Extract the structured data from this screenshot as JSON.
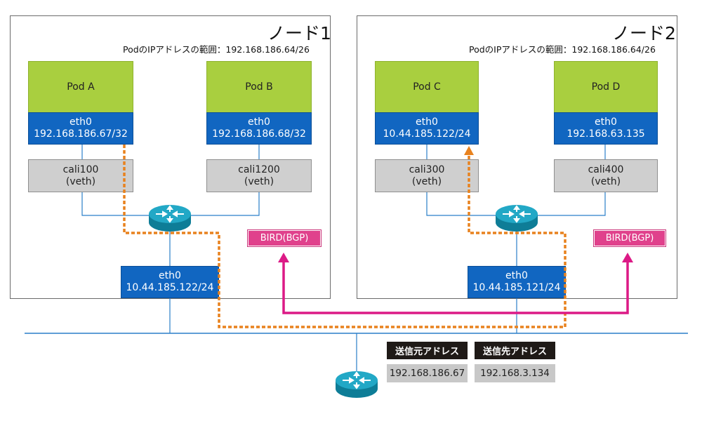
{
  "node1": {
    "title": "ノード1",
    "range": "PodのIPアドレスの範囲：192.168.186.64/26",
    "pod_a": {
      "name": "Pod A",
      "eth_label": "eth0",
      "eth_ip": "192.168.186.67/32"
    },
    "pod_b": {
      "name": "Pod B",
      "eth_label": "eth0",
      "eth_ip": "192.168.186.68/32"
    },
    "cali_a": {
      "name": "cali100",
      "type": "(veth)"
    },
    "cali_b": {
      "name": "cali1200",
      "type": "(veth)"
    },
    "bird": "BIRD(BGP)",
    "host_eth": {
      "label": "eth0",
      "ip": "10.44.185.122/24"
    }
  },
  "node2": {
    "title": "ノード2",
    "range": "PodのIPアドレスの範囲：192.168.186.64/26",
    "pod_c": {
      "name": "Pod C",
      "eth_label": "eth0",
      "eth_ip": "10.44.185.122/24"
    },
    "pod_d": {
      "name": "Pod D",
      "eth_label": "eth0",
      "eth_ip": "192.168.63.135"
    },
    "cali_c": {
      "name": "cali300",
      "type": "(veth)"
    },
    "cali_d": {
      "name": "cali400",
      "type": "(veth)"
    },
    "bird": "BIRD(BGP)",
    "host_eth": {
      "label": "eth0",
      "ip": "10.44.185.121/24"
    }
  },
  "packet": {
    "src_header": "送信元アドレス",
    "dst_header": "送信先アドレス",
    "src_value": "192.168.186.67",
    "dst_value": "192.168.3.134"
  },
  "colors": {
    "pod_green": "#a9cf3f",
    "eth_blue": "#1166c1",
    "veth_gray": "#cfcfcf",
    "bird_pink": "#e0418c",
    "bgp_line": "#dc1a86",
    "packet_path": "#e8821e",
    "router_teal": "#1a9bb8",
    "link_blue": "#2a7fc9"
  },
  "icons": [
    "router-icon"
  ]
}
